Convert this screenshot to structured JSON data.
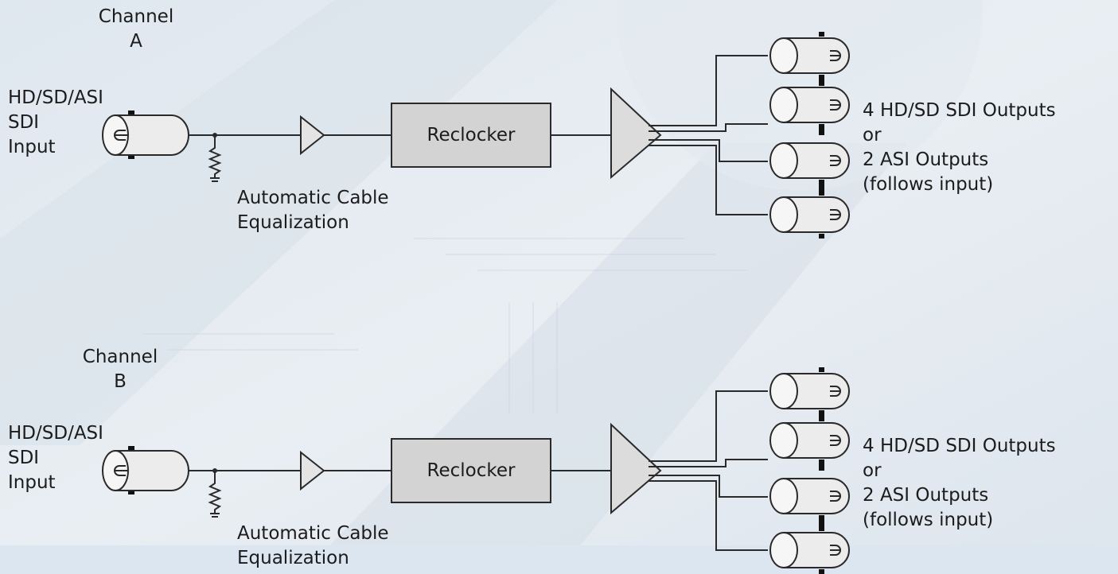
{
  "channels": [
    {
      "title": "Channel\nA",
      "input_label": "HD/SD/ASI\nSDI\nInput",
      "eq_label": "Automatic Cable\nEqualization",
      "reclocker_label": "Reclocker",
      "outputs_label": "4 HD/SD SDI Outputs\nor\n2 ASI Outputs\n(follows input)"
    },
    {
      "title": "Channel\nB",
      "input_label": "HD/SD/ASI\nSDI\nInput",
      "eq_label": "Automatic Cable\nEqualization",
      "reclocker_label": "Reclocker",
      "outputs_label": "4 HD/SD SDI Outputs\nor\n2 ASI Outputs\n(follows input)"
    }
  ],
  "colors": {
    "background": "#e6ecf2",
    "line": "#2a2a2a",
    "block_fill": "#d3d3d3",
    "connector_fill": "#ececec"
  },
  "icons": [
    "bnc-input-connector-icon",
    "bnc-output-connector-icon",
    "resistor-icon",
    "equalizer-triangle-icon",
    "distribution-amplifier-icon"
  ]
}
